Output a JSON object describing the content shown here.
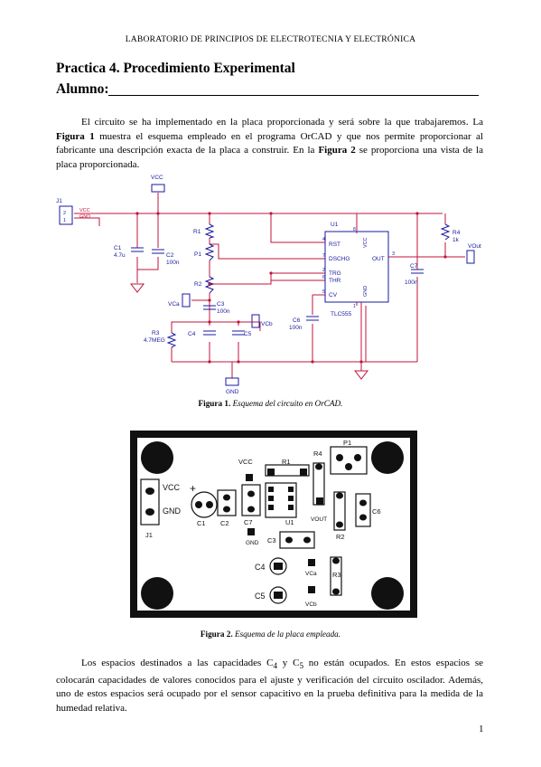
{
  "header": "LABORATORIO DE PRINCIPIOS DE ELECTROTECNIA Y ELECTRÓNICA",
  "title": "Practica 4. Procedimiento Experimental",
  "student_label": "Alumno:",
  "para1": {
    "t1": "El circuito se ha implementado en la placa proporcionada y será sobre la que trabajaremos. La ",
    "b1": "Figura 1",
    "t2": " muestra el esquema empleado en el programa OrCAD y que nos permite proporcionar al fabricante una descripción exacta de la placa a construir. En la ",
    "b2": "Figura 2",
    "t3": " se proporciona una vista de la placa proporcionada."
  },
  "schematic": {
    "vcc_top": "VCC",
    "j1": "J1",
    "j1_pins": [
      "2",
      "1"
    ],
    "j1_vcc": "VCC",
    "j1_gnd": "GND",
    "c1": "C1",
    "c1_val": "4.7u",
    "c2": "C2",
    "c2_val": "100n",
    "r1": "R1",
    "p1": "P1",
    "r2": "R2",
    "vca": "VCa",
    "c3": "C3",
    "c3_val": "100n",
    "vcb": "VCb",
    "r3": "R3",
    "r3_val": "4.7MEG",
    "c4": "C4",
    "c5": "C5",
    "u1": "U1",
    "pin_4": "4",
    "pin_7": "7",
    "pin_2": "2",
    "pin_6": "6",
    "pin_5": "5",
    "pin_3": "3",
    "pin_8": "8",
    "pin_1": "1",
    "rst": "RST",
    "dschg": "DSCHG",
    "trg": "TRG",
    "thr": "THR",
    "cv": "CV",
    "out": "OUT",
    "vcc_pin": "VCC",
    "gnd_pin": "GND",
    "chip": "TLC555",
    "c6": "C6",
    "c6_val": "100n",
    "c7": "C7",
    "c7_val": "100n",
    "r4": "R4",
    "r4_val": "1k",
    "vout": "VOut",
    "gnd_bottom": "GND"
  },
  "caption1": {
    "bold": "Figura 1.",
    "italic": " Esquema del circuito en OrCAD."
  },
  "pcb": {
    "vcc": "VCC",
    "gnd": "GND",
    "j1": "J1",
    "c1": "C1",
    "c2": "C2",
    "c7": "C7",
    "vcc_pad": "VCC",
    "gnd_pad": "GND",
    "r1": "R1",
    "r4": "R4",
    "p1": "P1",
    "u1": "U1",
    "vout": "VOUT",
    "r2": "R2",
    "c6": "C6",
    "c3": "C3",
    "c4": "C4",
    "vca": "VCa",
    "r3": "R3",
    "c5": "C5",
    "vcb": "VCb",
    "plus": "+"
  },
  "caption2": {
    "bold": "Figura 2.",
    "italic": " Esquema de la placa empleada."
  },
  "para2": {
    "t1": "Los espacios destinados a las capacidades C",
    "s1": "4",
    "t2": " y C",
    "s2": "5",
    "t3": " no están ocupados. En estos espacios se colocarán capacidades de valores conocidos para el ajuste y verificación del circuito oscilador. Además, uno de estos espacios será ocupado por el sensor capacitivo en la prueba definitiva para la medida de la humedad relativa."
  },
  "page_number": "1",
  "colors": {
    "wire": "#c0143c",
    "component": "#1a1aa0",
    "ground": "#c0143c",
    "pcb_board": "#111111",
    "pcb_pad": "#222222"
  }
}
